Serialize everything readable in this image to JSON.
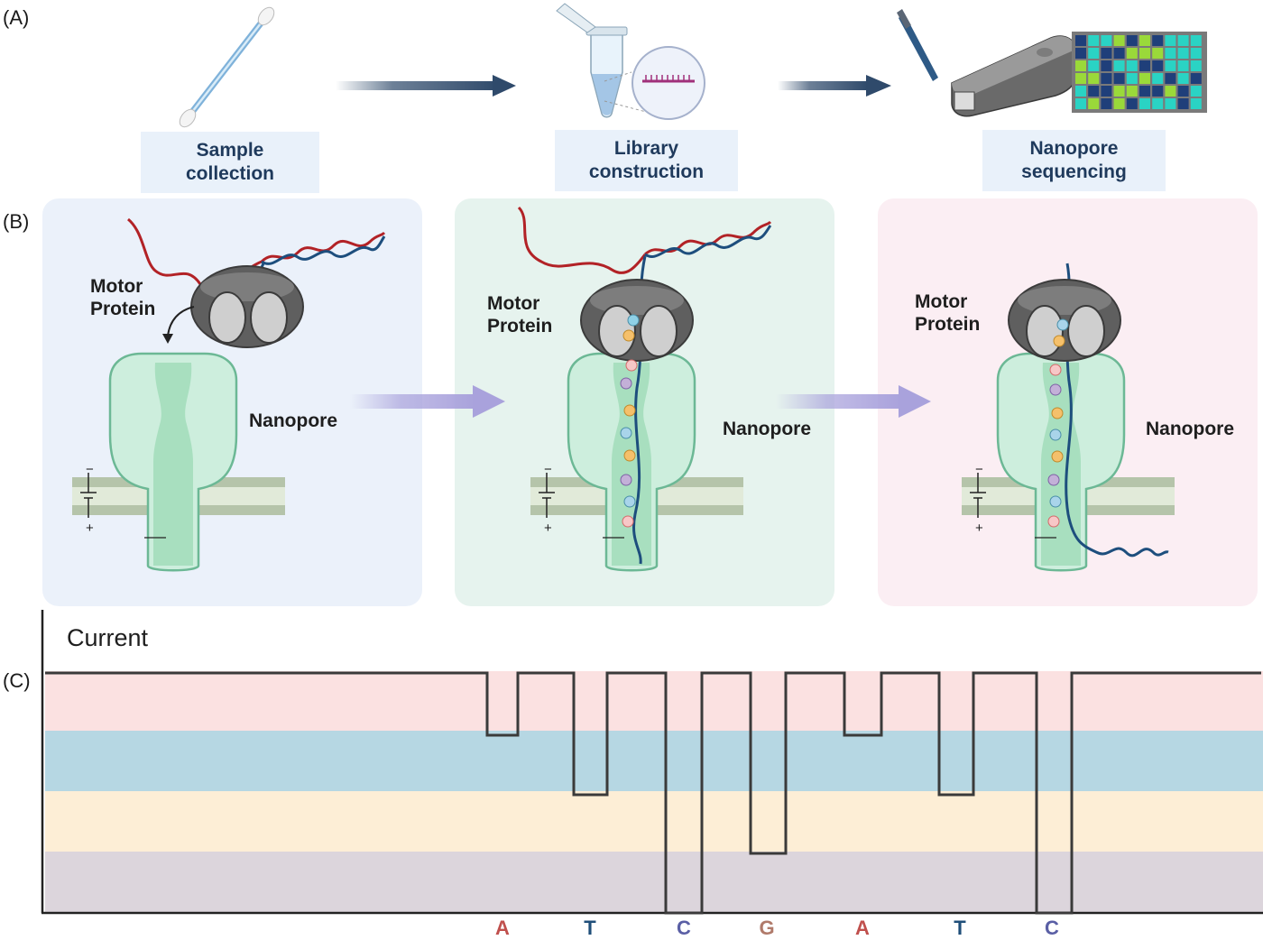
{
  "panels": {
    "a": "(A)",
    "b": "(B)",
    "c": "(C)"
  },
  "steps": [
    {
      "label": "Sample collection",
      "line1": "Sample",
      "line2": "collection"
    },
    {
      "label": "Library construction",
      "line1": "Library",
      "line2": "construction"
    },
    {
      "label": "Nanopore sequencing",
      "line1": "Nanopore",
      "line2": "sequencing"
    }
  ],
  "mechanism": {
    "motor_line1": "Motor",
    "motor_line2": "Protein",
    "nanopore_label": "Nanopore",
    "battery_minus": "−",
    "battery_plus": "+"
  },
  "signal": {
    "title": "Current",
    "levels": [
      "A",
      "T",
      "C",
      "G"
    ],
    "level_colors": [
      "#fbe1e1",
      "#b6d7e3",
      "#fdeed6",
      "#dcd5dc"
    ],
    "bases": [
      {
        "base": "A",
        "color": "#c0504d"
      },
      {
        "base": "T",
        "color": "#1f4e79"
      },
      {
        "base": "C",
        "color": "#5a5fa5"
      },
      {
        "base": "G",
        "color": "#b07a6a"
      },
      {
        "base": "A",
        "color": "#c0504d"
      },
      {
        "base": "T",
        "color": "#1f4e79"
      },
      {
        "base": "C",
        "color": "#5a5fa5"
      }
    ]
  },
  "colors": {
    "panel_blue": "#ebf1fa",
    "panel_green": "#e6f3ee",
    "panel_pink": "#fbeef3",
    "arrow_dark": "#2f4a6b",
    "arrow_light": "#a9a2dc",
    "strand_red": "#b22226",
    "strand_blue": "#1d4e7d",
    "pore_green": "#cdeedd",
    "protein_gray": "#5f5f5f"
  }
}
